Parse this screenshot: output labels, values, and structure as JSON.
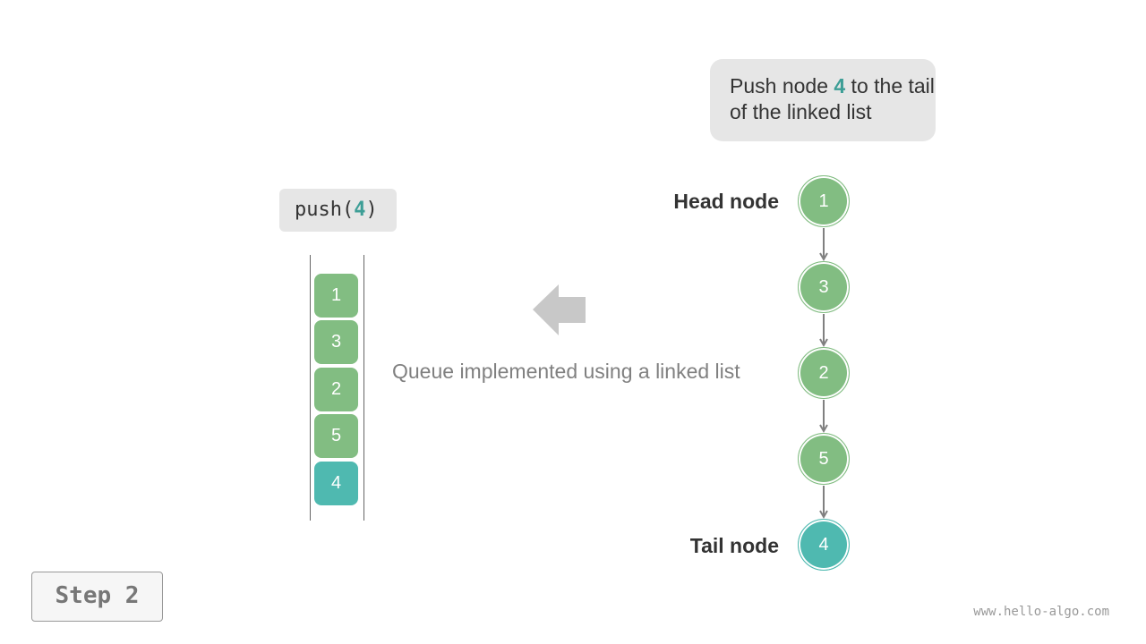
{
  "callout": {
    "text_before": "Push node ",
    "highlight": "4",
    "text_after": " to the tail of the linked list"
  },
  "operation": {
    "func": "push(",
    "arg": "4",
    "close": ")"
  },
  "queue": {
    "cells": [
      "1",
      "3",
      "2",
      "5",
      "4"
    ]
  },
  "caption": "Queue implemented using a linked list",
  "linked_list": {
    "nodes": [
      "1",
      "3",
      "2",
      "5",
      "4"
    ],
    "head_label": "Head node",
    "tail_label": "Tail node"
  },
  "step_label": "Step 2",
  "watermark": "www.hello-algo.com",
  "colors": {
    "node_green": "#82bd82",
    "node_teal": "#4fb9b0",
    "highlight_text": "#3d9e96",
    "callout_bg": "#e6e6e6",
    "arrow_gray": "#c8c8c8"
  }
}
